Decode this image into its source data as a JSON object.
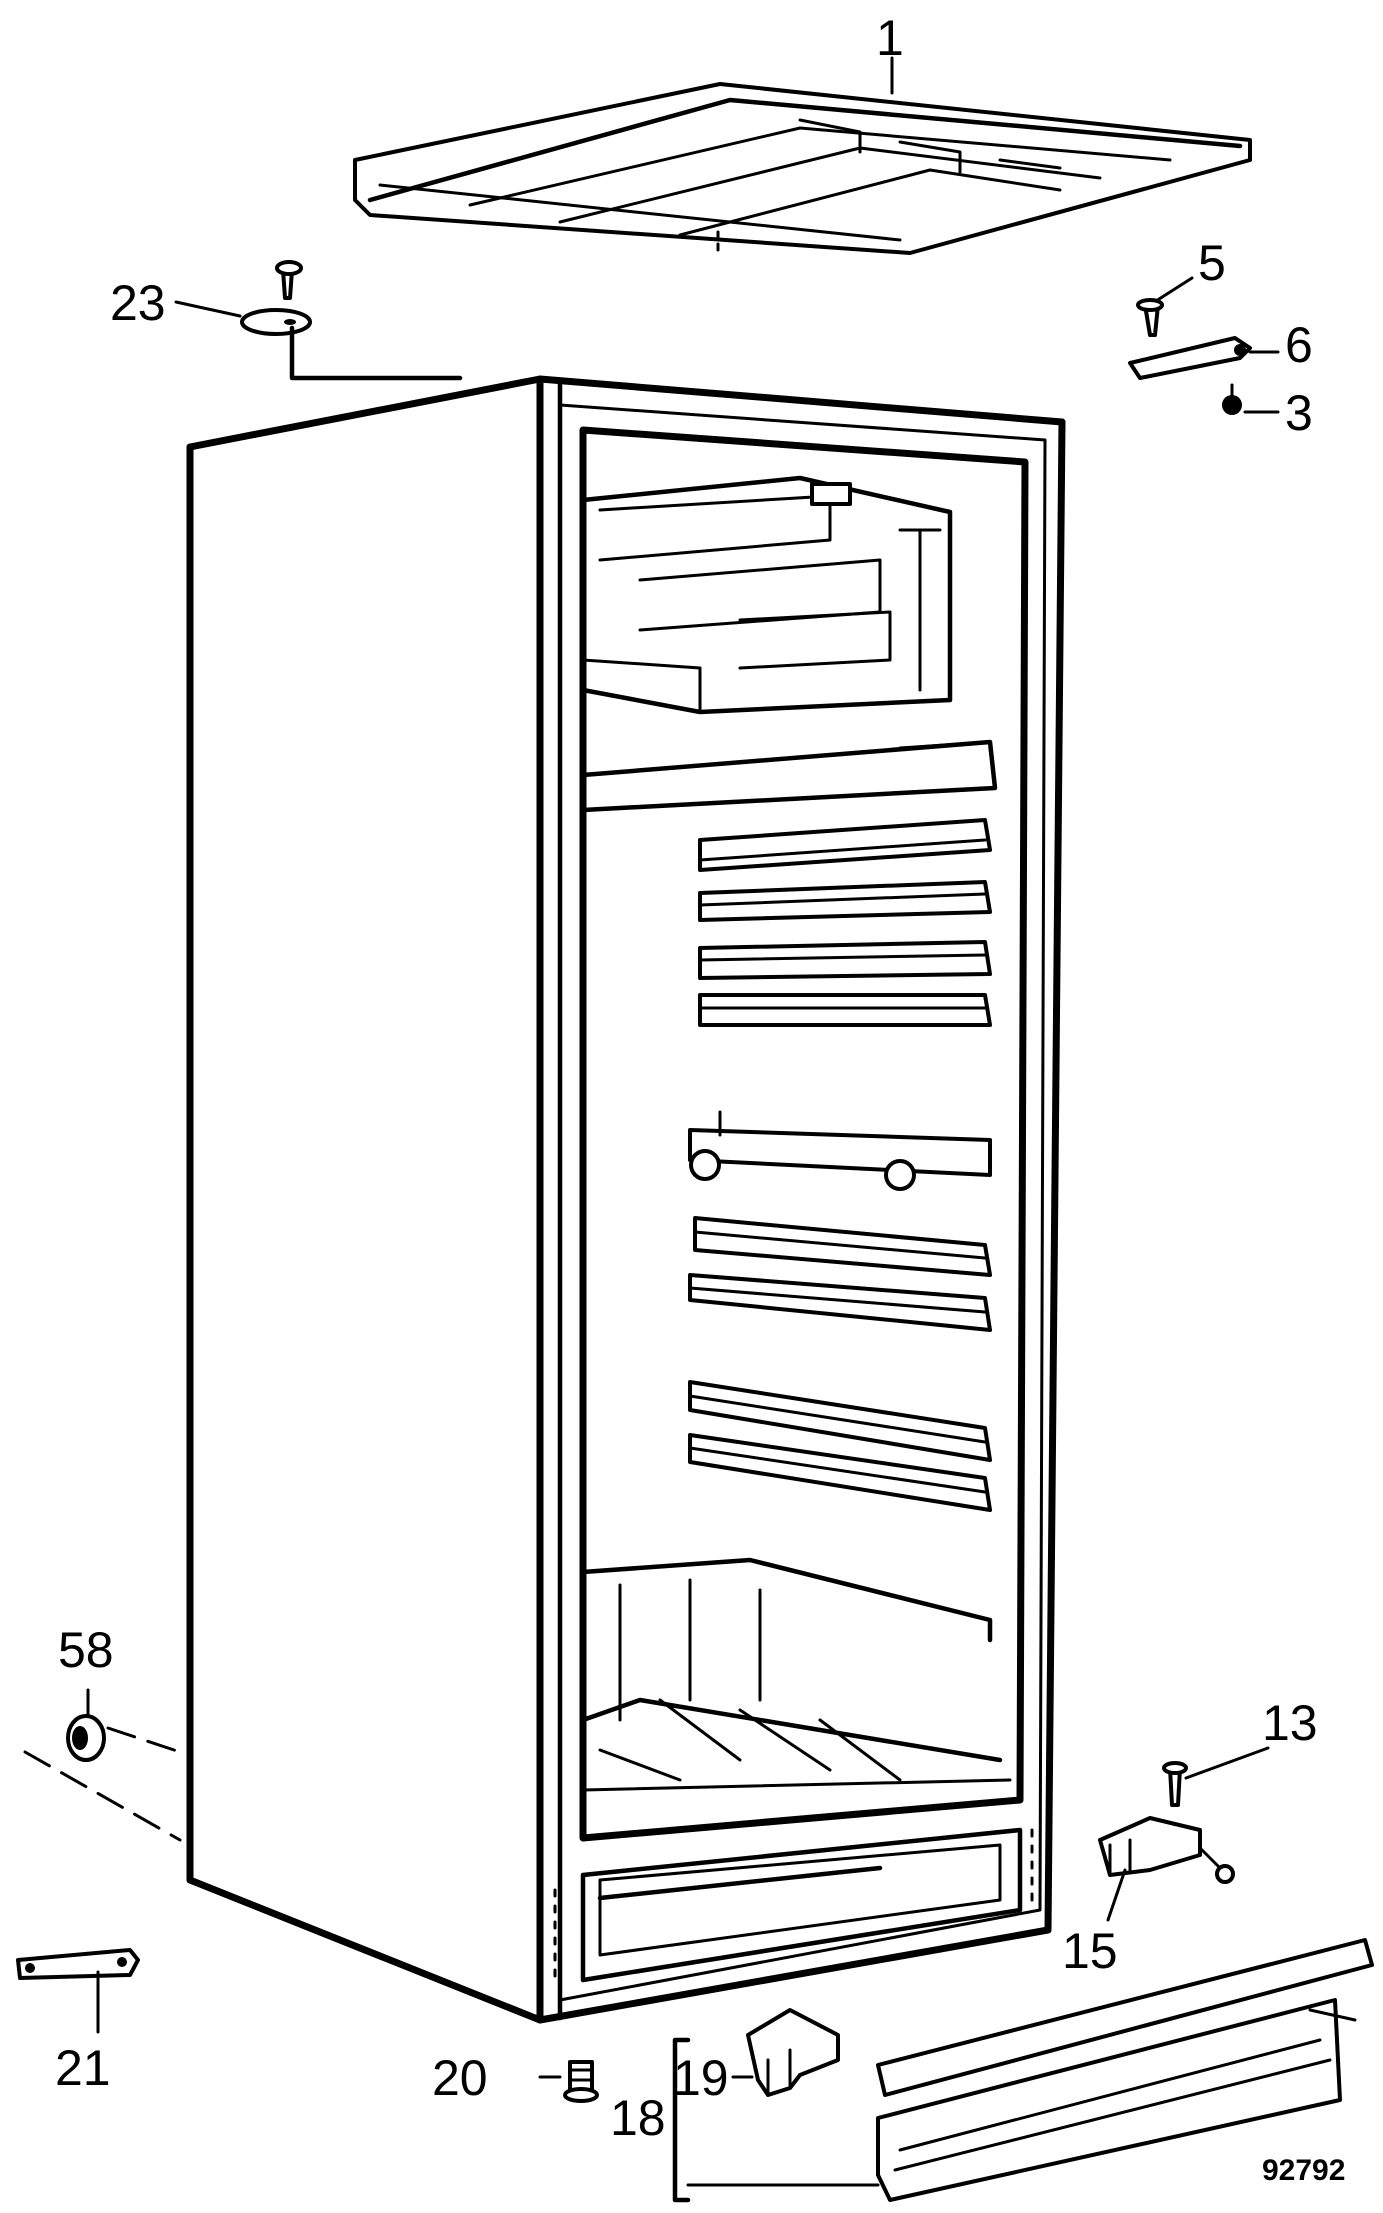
{
  "figure": {
    "number": "92792"
  },
  "callouts": [
    {
      "id": "1",
      "label": "1"
    },
    {
      "id": "23",
      "label": "23"
    },
    {
      "id": "5",
      "label": "5"
    },
    {
      "id": "6",
      "label": "6"
    },
    {
      "id": "3",
      "label": "3"
    },
    {
      "id": "58",
      "label": "58"
    },
    {
      "id": "13",
      "label": "13"
    },
    {
      "id": "15",
      "label": "15"
    },
    {
      "id": "21",
      "label": "21"
    },
    {
      "id": "20",
      "label": "20"
    },
    {
      "id": "18",
      "label": "18"
    },
    {
      "id": "19",
      "label": "19"
    }
  ],
  "colors": {
    "ink": "#000000",
    "paper": "#ffffff"
  }
}
